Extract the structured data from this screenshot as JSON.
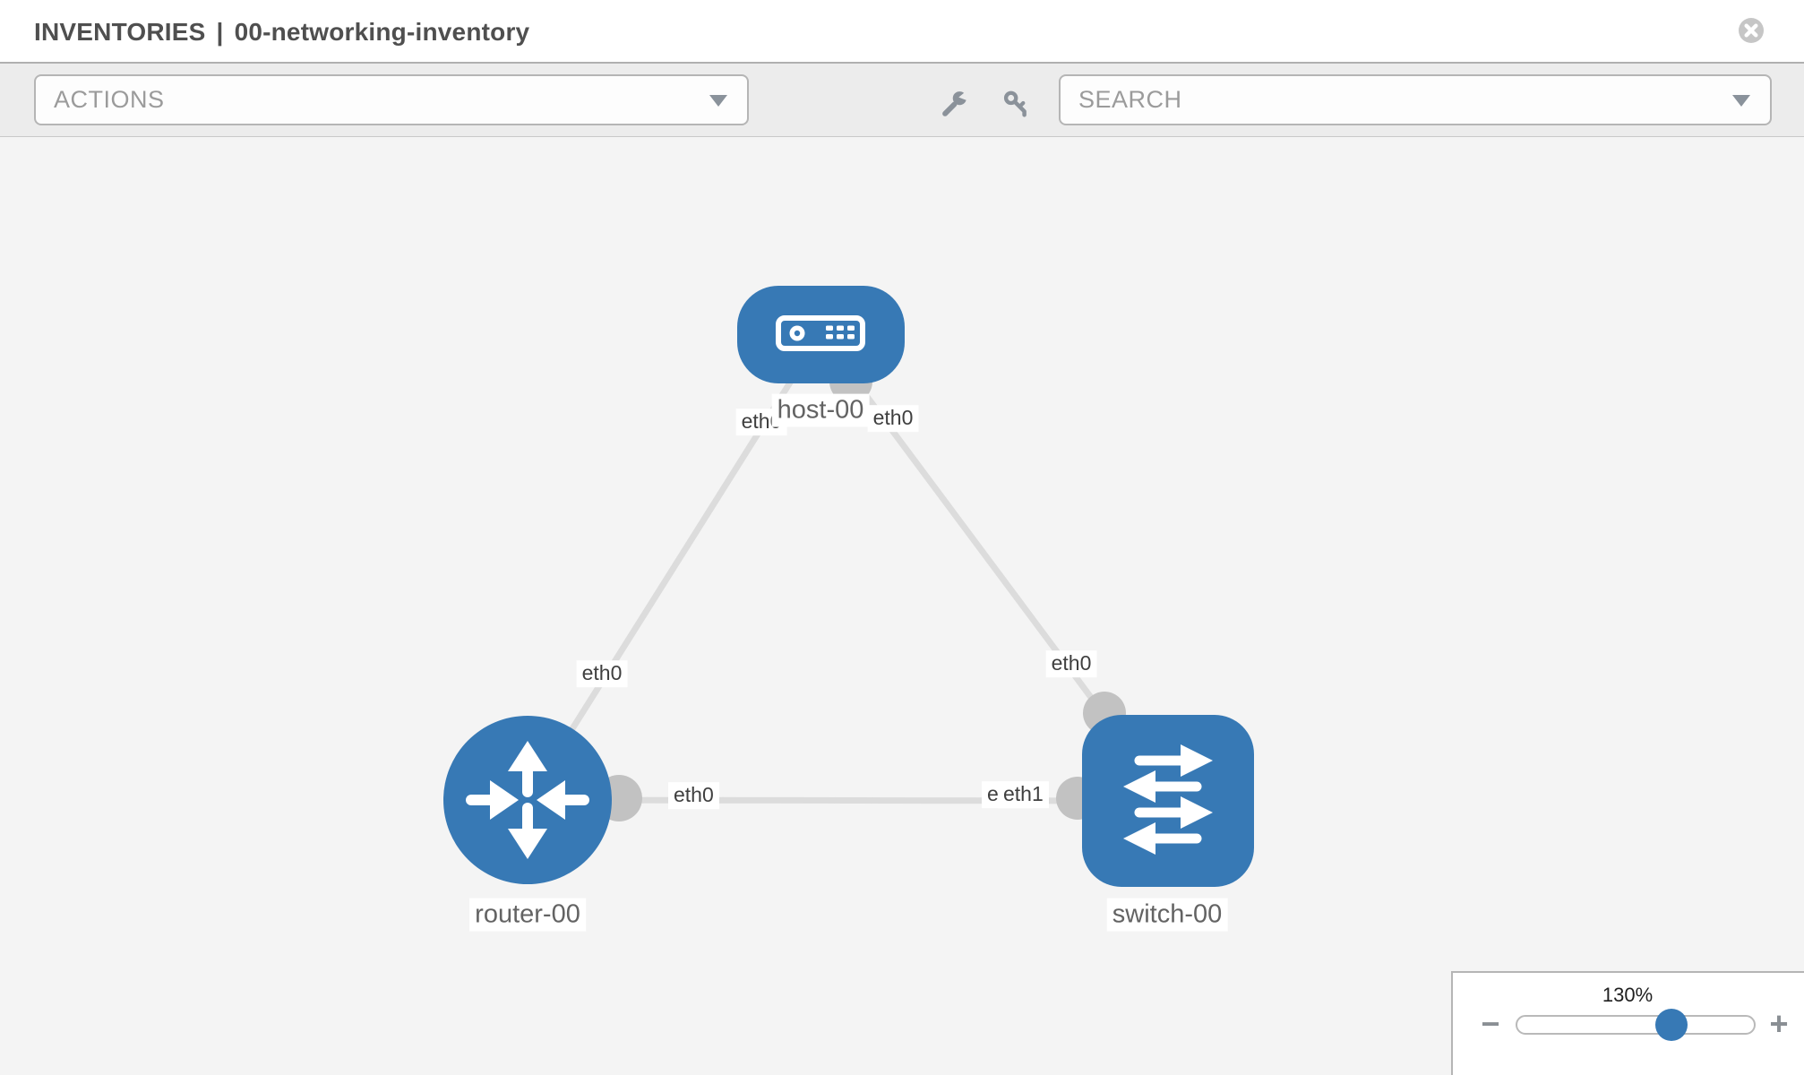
{
  "header": {
    "section": "INVENTORIES",
    "divider": "|",
    "inventory_name": "00-networking-inventory"
  },
  "toolbar": {
    "actions_label": "ACTIONS",
    "search_label": "SEARCH"
  },
  "icons": {
    "toolbar": [
      "wrench-icon",
      "key-icon"
    ],
    "header": [
      "close-icon"
    ],
    "node_icons": [
      "host-icon",
      "router-icon",
      "switch-icon"
    ]
  },
  "colors": {
    "node_blue": "#3779b5",
    "edge_gray": "#dcdcdc",
    "connector_gray": "#c2c2c2",
    "toolbar_bg": "#ececec",
    "canvas_bg": "#f4f4f4",
    "slider_thumb_blue": "#3779b5"
  },
  "topology": {
    "nodes": [
      {
        "id": "host-00",
        "label": "host-00",
        "type": "host"
      },
      {
        "id": "router-00",
        "label": "router-00",
        "type": "router"
      },
      {
        "id": "switch-00",
        "label": "switch-00",
        "type": "switch"
      }
    ],
    "edges": [
      {
        "from": "host-00",
        "to": "router-00"
      },
      {
        "from": "host-00",
        "to": "switch-00"
      },
      {
        "from": "router-00",
        "to": "switch-00"
      }
    ],
    "interface_labels": [
      {
        "text": "eth0",
        "edge": "host-router",
        "end": "host"
      },
      {
        "text": "eth0",
        "edge": "host-switch",
        "end": "host"
      },
      {
        "text": "eth0",
        "edge": "host-router",
        "end": "router"
      },
      {
        "text": "eth0",
        "edge": "host-switch",
        "end": "switch"
      },
      {
        "text": "eth0",
        "edge": "router-switch",
        "end": "router"
      },
      {
        "text": "eth0",
        "edge": "router-switch",
        "end": "switch"
      },
      {
        "text": "eth1",
        "edge": "router-switch",
        "end": "switch"
      }
    ]
  },
  "zoom_control": {
    "level": "130%",
    "zoom_percent": 130,
    "slider_position_percent": 65,
    "minus_label": "−",
    "plus_label": "+"
  }
}
